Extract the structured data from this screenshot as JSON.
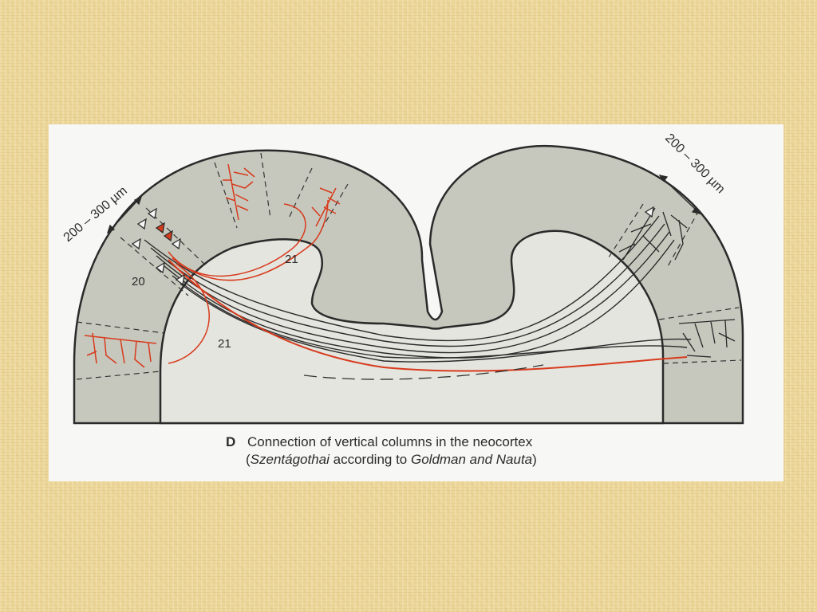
{
  "figure": {
    "scale_left": "200 – 300 µm",
    "scale_right": "200 – 300 µm",
    "labels": [
      "20",
      "21",
      "21"
    ],
    "colors": {
      "cortex_gray": "#c6c8bd",
      "white_matter": "#e4e5de",
      "outline": "#2a2a2a",
      "axon_red": "#d83a1d",
      "neuron_dark": "#2a2a2a"
    }
  },
  "caption": {
    "letter": "D",
    "line1": "Connection of vertical columns in the neocortex",
    "line2_open": "(",
    "line2_author1": "Szentágothai",
    "line2_mid": " according to ",
    "line2_author2": "Goldman and Nauta",
    "line2_close": ")"
  }
}
